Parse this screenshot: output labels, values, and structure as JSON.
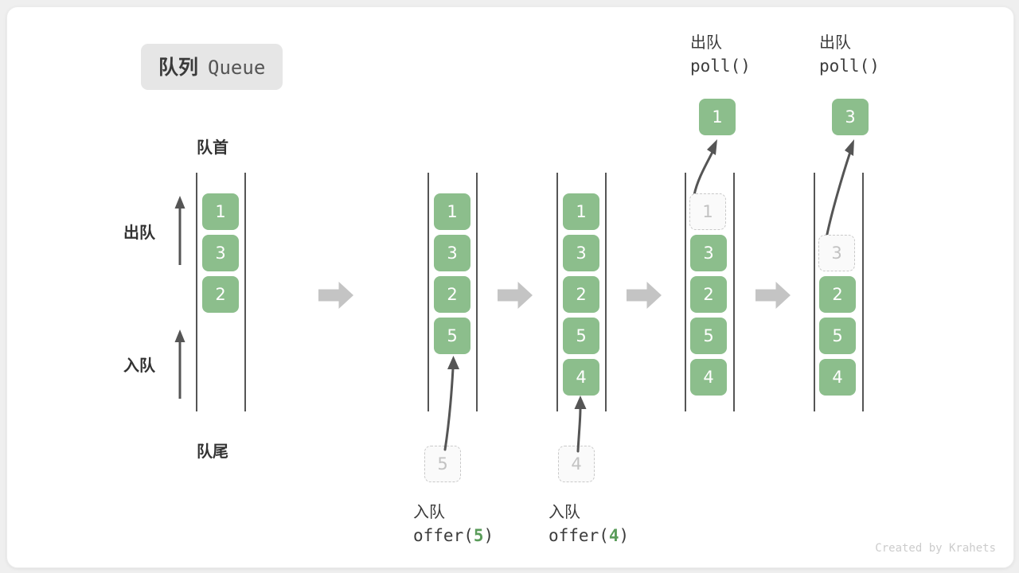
{
  "title": {
    "cn": "队列",
    "en": "Queue"
  },
  "labels": {
    "head": "队首",
    "tail": "队尾",
    "dequeue": "出队",
    "enqueue": "入队"
  },
  "captions": {
    "offer5": {
      "cn": "入队",
      "code_prefix": "offer(",
      "code_value": "5",
      "code_suffix": ")"
    },
    "offer4": {
      "cn": "入队",
      "code_prefix": "offer(",
      "code_value": "4",
      "code_suffix": ")"
    },
    "poll1": {
      "cn": "出队",
      "code": "poll()"
    },
    "poll2": {
      "cn": "出队",
      "code": "poll()"
    }
  },
  "colors": {
    "element": "#8cbe8c",
    "ghost_border": "#c9c9c9",
    "ghost_text": "#c2c2c2",
    "arrow": "#555555",
    "block_arrow": "#c4c4c4",
    "badge_bg": "#e6e6e6"
  },
  "stages": [
    {
      "name": "initial",
      "items": [
        "1",
        "3",
        "2"
      ],
      "ghost_index": -1,
      "incoming": null,
      "ejected": null
    },
    {
      "name": "after-offer-5",
      "items": [
        "1",
        "3",
        "2",
        "5"
      ],
      "ghost_index": -1,
      "incoming": "5",
      "ejected": null
    },
    {
      "name": "after-offer-4",
      "items": [
        "1",
        "3",
        "2",
        "5",
        "4"
      ],
      "ghost_index": -1,
      "incoming": "4",
      "ejected": null
    },
    {
      "name": "poll-1",
      "items": [
        "1",
        "3",
        "2",
        "5",
        "4"
      ],
      "ghost_index": 0,
      "incoming": null,
      "ejected": "1"
    },
    {
      "name": "poll-3",
      "items": [
        "",
        "3",
        "2",
        "5",
        "4"
      ],
      "ghost_index": 1,
      "incoming": null,
      "ejected": "3"
    }
  ],
  "credit": "Created by Krahets"
}
